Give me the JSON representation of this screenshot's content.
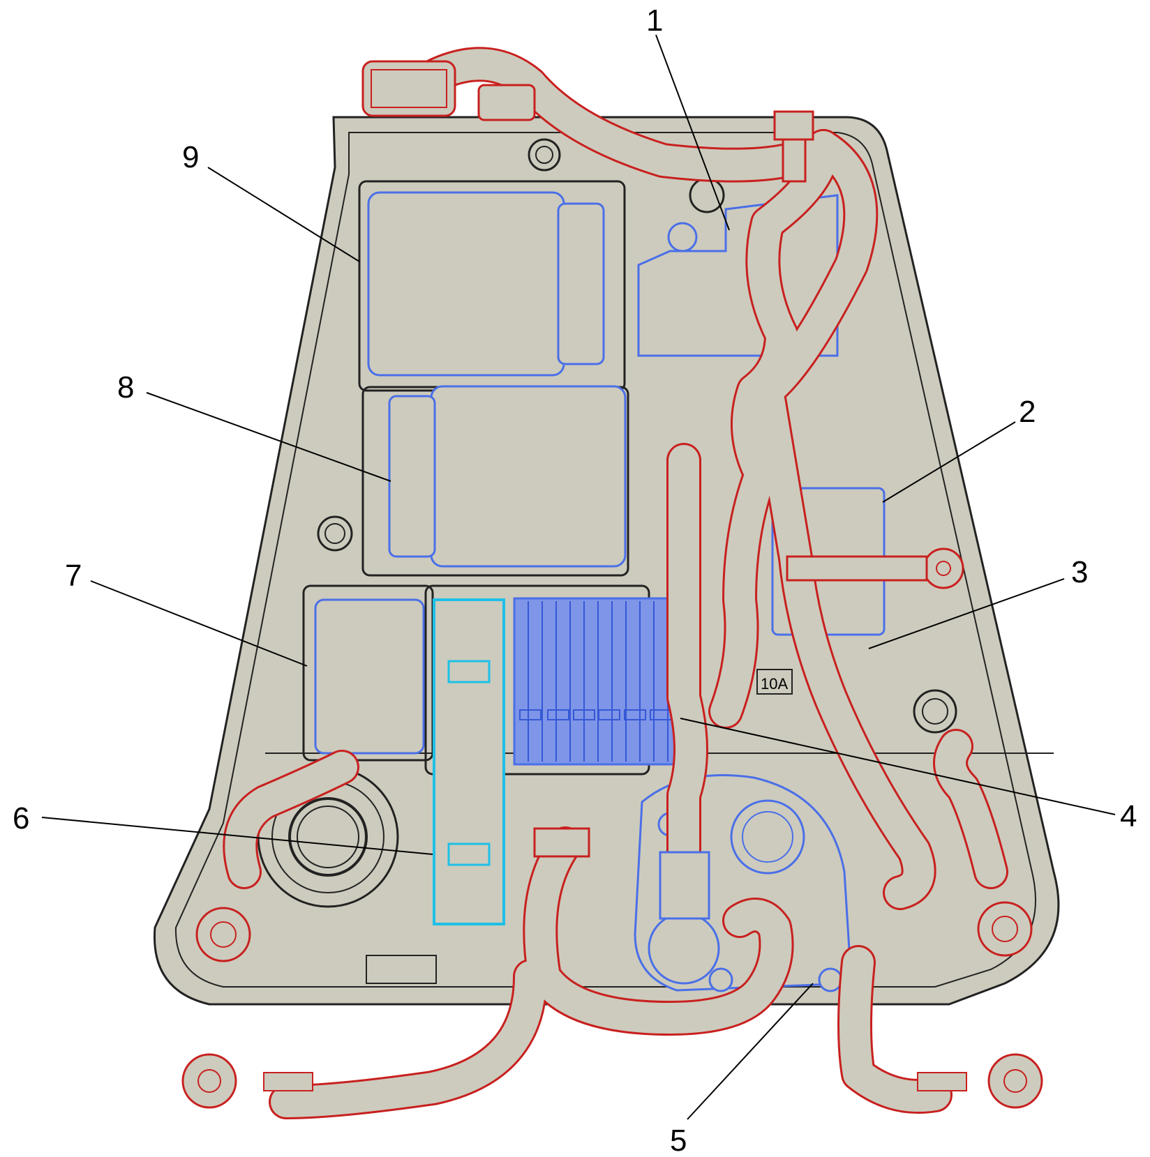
{
  "callouts": [
    {
      "id": "1",
      "label": "1"
    },
    {
      "id": "2",
      "label": "2"
    },
    {
      "id": "3",
      "label": "3"
    },
    {
      "id": "4",
      "label": "4"
    },
    {
      "id": "5",
      "label": "5"
    },
    {
      "id": "6",
      "label": "6"
    },
    {
      "id": "7",
      "label": "7"
    },
    {
      "id": "8",
      "label": "8"
    },
    {
      "id": "9",
      "label": "9"
    }
  ],
  "fuse_label": "10A",
  "colors": {
    "housing_fill": "#cdcbbd",
    "outline": "#222222",
    "wire_red": "#c8201f",
    "component_blue": "#4a6fe8",
    "highlight_cyan": "#1ec0e6"
  }
}
